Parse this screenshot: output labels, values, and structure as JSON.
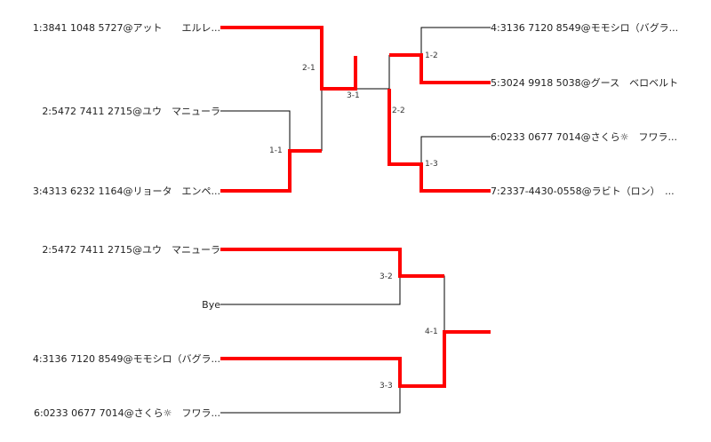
{
  "winners_bracket": {
    "entrants": [
      {
        "id": "e1",
        "text": "1:3841 1048 5727@アット　　エルレ..."
      },
      {
        "id": "e2",
        "text": "2:5472 7411 2715@ユウ　マニューラ"
      },
      {
        "id": "e3",
        "text": "3:4313 6232 1164@リョータ　エンペ..."
      },
      {
        "id": "e4",
        "text": "4:3136 7120 8549@モモシロ（バグラ..."
      },
      {
        "id": "e5",
        "text": "5:3024 9918 5038@グース　ベロベルト"
      },
      {
        "id": "e6",
        "text": "6:0233 0677 7014@さくら☼　フワラ..."
      },
      {
        "id": "e7",
        "text": "7:2337-4430-0558@ラビト（ロン）　..."
      }
    ],
    "matches": [
      "1-1",
      "2-1",
      "3-1",
      "1-2",
      "2-2",
      "1-3"
    ]
  },
  "losers_bracket": {
    "entrants": [
      {
        "id": "l1",
        "text": "2:5472 7411 2715@ユウ　マニューラ"
      },
      {
        "id": "l2",
        "text": "Bye"
      },
      {
        "id": "l3",
        "text": "4:3136 7120 8549@モモシロ（バグラ..."
      },
      {
        "id": "l4",
        "text": "6:0233 0677 7014@さくら☼　フワラ..."
      }
    ],
    "matches": [
      "3-2",
      "3-3",
      "4-1"
    ]
  },
  "colors": {
    "winner_line": "#ff0000",
    "line": "#000000",
    "background": "#ffffff"
  }
}
